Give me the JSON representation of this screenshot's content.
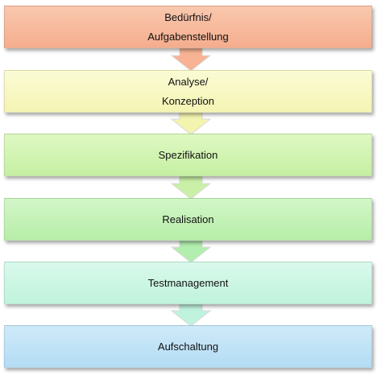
{
  "steps": [
    {
      "lines": [
        "Bedürfnis/",
        "Aufgabenstellung"
      ]
    },
    {
      "lines": [
        "Analyse/",
        "Konzeption"
      ]
    },
    {
      "lines": [
        "Spezifikation"
      ]
    },
    {
      "lines": [
        "Realisation"
      ]
    },
    {
      "lines": [
        "Testmanagement"
      ]
    },
    {
      "lines": [
        "Aufschaltung"
      ]
    }
  ],
  "colors": {
    "arrow_1": "#f7b394",
    "arrow_2": "#f3f4ae",
    "arrow_3": "#c9f0a6",
    "arrow_4": "#b2eeae",
    "arrow_5": "#bff3de"
  }
}
